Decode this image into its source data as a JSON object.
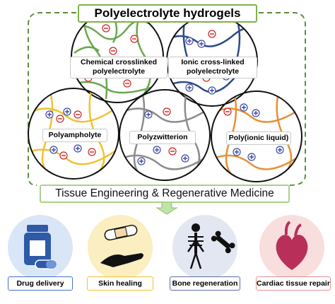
{
  "title": "Polyelectrolyte hydrogels",
  "panels": {
    "chemical": {
      "line1": "Chemical crosslinked",
      "line2": "polyelectrolyte"
    },
    "ionic": {
      "line1": "Ionic cross-linked",
      "line2": "polyelectrolyte"
    },
    "polyampholyte": "Polyampholyte",
    "polyzwitterion": "Polyzwitterion",
    "poly_ionic_liquid": "Poly(ionic liquid)"
  },
  "banner": "Tissue Engineering & Regenerative Medicine",
  "applications": [
    {
      "label": "Drug delivery",
      "icon": "pill-bottle-icon",
      "color": "#4472c4"
    },
    {
      "label": "Skin healing",
      "icon": "bandage-hand-icon",
      "color": "#f2c230"
    },
    {
      "label": "Bone regeneration",
      "icon": "skeleton-bone-icon",
      "color": "#5b6ea8"
    },
    {
      "label": "Cardiac tissue repair",
      "icon": "heart-icon",
      "color": "#e58f8f"
    }
  ],
  "colors": {
    "chemical": "#6aa84f",
    "ionic": "#2e4a8a",
    "polyampholyte": "#f1c232",
    "polyzwitterion": "#8c8c8c",
    "poly_ionic_liquid": "#e69138",
    "plus": "#3c4aa0",
    "minus": "#cc2222",
    "frame": "#5a8f3a"
  }
}
